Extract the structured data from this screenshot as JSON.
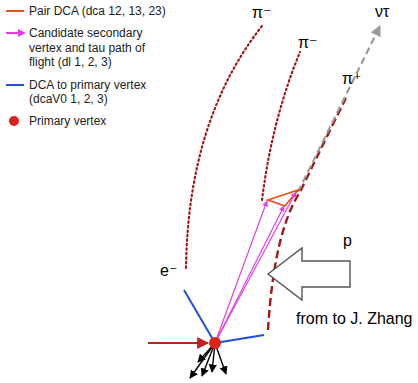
{
  "diagram": {
    "labels": [
      "π⁻",
      "π⁻",
      "ντ",
      "π⁺",
      "e⁻",
      "p",
      "from to J. Zhang"
    ],
    "legend": [
      {
        "text": "Pair DCA (dca 12, 13, 23)"
      },
      {
        "text": "Candidate secondary vertex and tau path of flight (dl 1, 2, 3)"
      },
      {
        "text": "DCA to primary vertex (dcaV0 1, 2, 3)"
      },
      {
        "text": "Primary vertex"
      }
    ]
  }
}
